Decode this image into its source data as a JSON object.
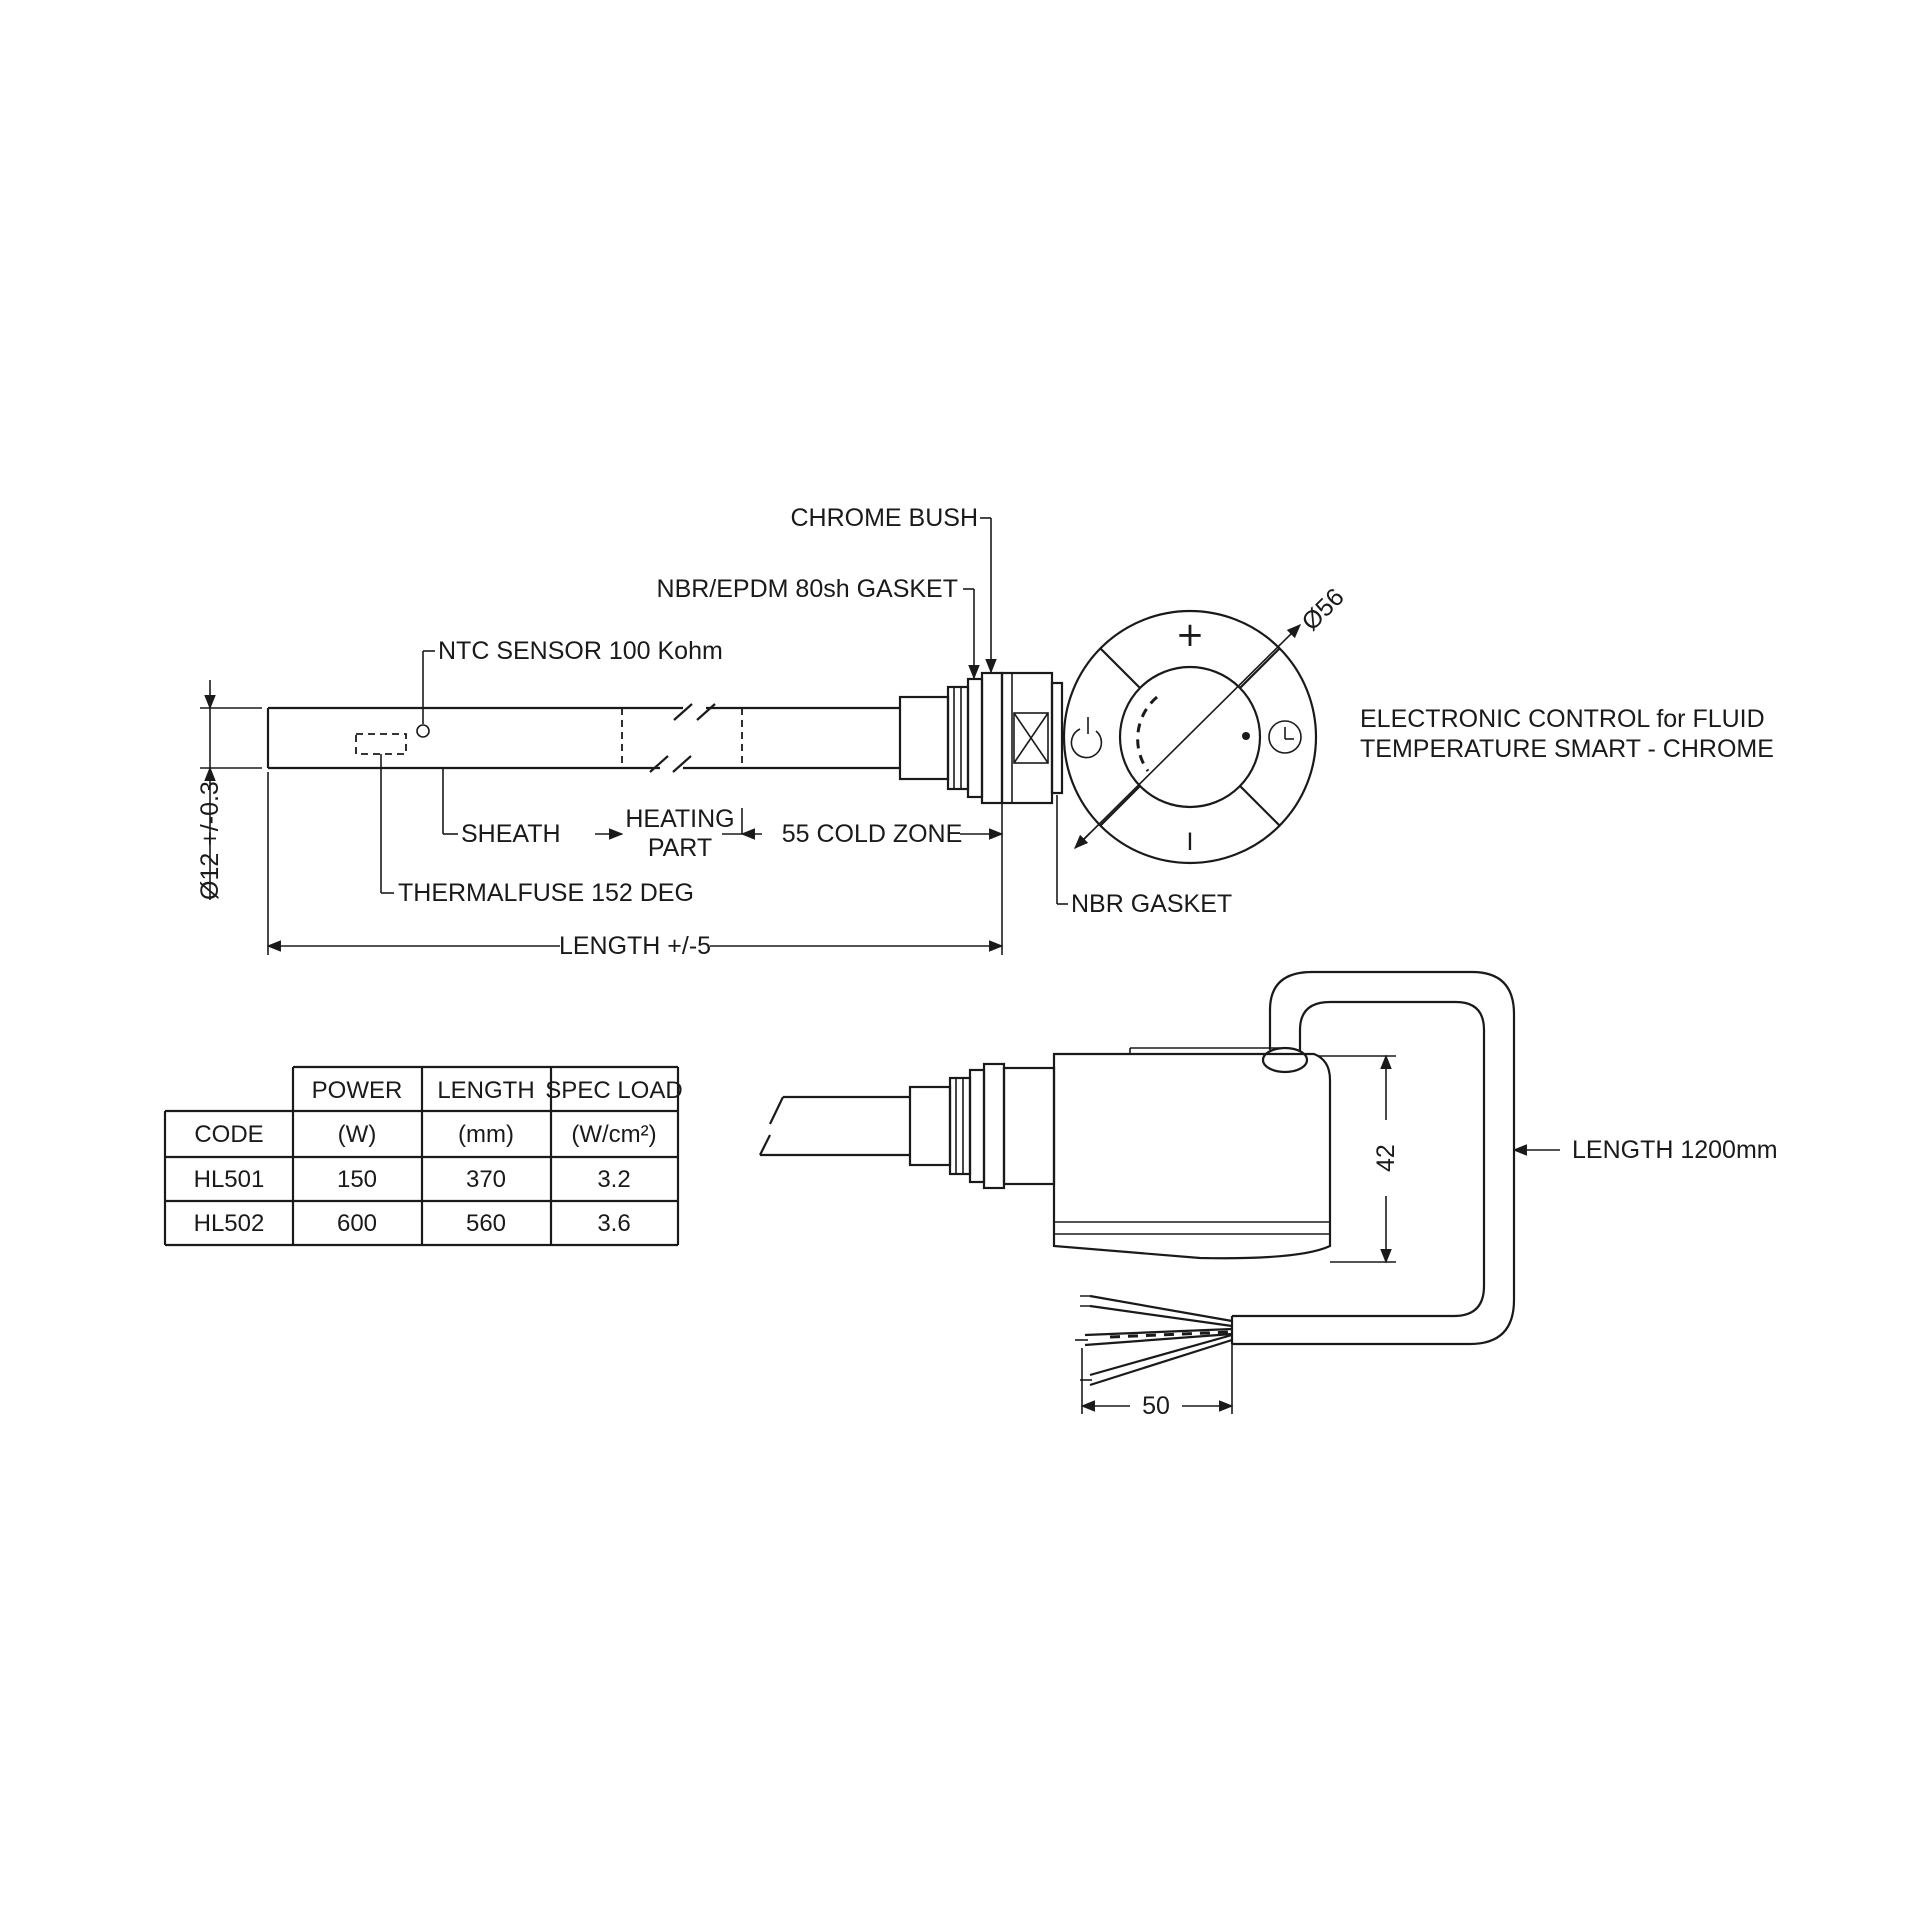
{
  "labels": {
    "chrome_bush": "CHROME BUSH",
    "nbr_epdm_gasket": "NBR/EPDM 80sh GASKET",
    "ntc_sensor": "NTC SENSOR 100 Kohm",
    "sheath": "SHEATH",
    "heating_part_line1": "HEATING",
    "heating_part_line2": "PART",
    "cold_zone": "55 COLD ZONE",
    "thermalfuse": "THERMALFUSE 152 DEG",
    "nbr_gasket": "NBR GASKET",
    "length_tol": "LENGTH +/-5",
    "diameter_12": "Ø12 +/-0.3",
    "diameter_56": "Ø56",
    "control_line1": "ELECTRONIC CONTROL for FLUID",
    "control_line2": "TEMPERATURE SMART - CHROME",
    "plus_symbol": "+",
    "minus_symbol": "I",
    "dim_42": "42",
    "dim_50": "50",
    "cable_length": "LENGTH 1200mm"
  },
  "spec_table": {
    "header_row1": [
      "",
      "POWER",
      "LENGTH",
      "SPEC LOAD"
    ],
    "header_row2": [
      "CODE",
      "(W)",
      "(mm)",
      "(W/cm²)"
    ],
    "rows": [
      [
        "HL501",
        "150",
        "370",
        "3.2"
      ],
      [
        "HL502",
        "600",
        "560",
        "3.6"
      ]
    ]
  }
}
